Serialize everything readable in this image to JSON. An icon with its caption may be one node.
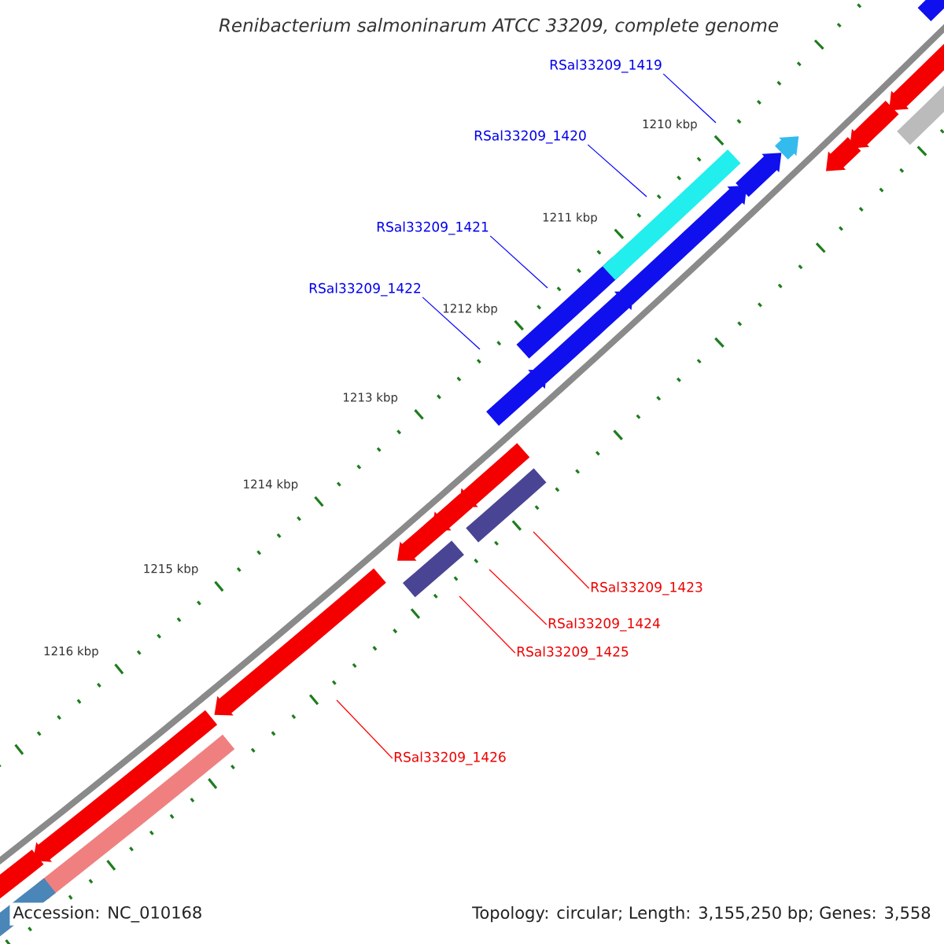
{
  "diagram": {
    "title": "Renibacterium salmoninarum ATCC 33209, complete genome",
    "nodes": [
      {
        "text": [
          "RSal33209_1419"
        ]
      },
      {
        "text": [
          "RSal33209_1420"
        ]
      },
      {
        "text": [
          "RSal33209_1421"
        ]
      },
      {
        "text": [
          "RSal33209_1422"
        ]
      },
      {
        "text": [
          "RSal33209_1423"
        ]
      },
      {
        "text": [
          "RSal33209_1424"
        ]
      },
      {
        "text": [
          "RSal33209_1425"
        ]
      },
      {
        "text": [
          "RSal33209_1426"
        ]
      }
    ],
    "edges": [
      {
        "from": 0,
        "to": null,
        "arrow": "none",
        "color": "#0000ff"
      },
      {
        "from": 1,
        "to": null,
        "arrow": "none",
        "color": "#0000ff"
      },
      {
        "from": 2,
        "to": null,
        "arrow": "none",
        "color": "#0000ff"
      },
      {
        "from": 3,
        "to": null,
        "arrow": "none",
        "color": "#0000ff"
      },
      {
        "from": 4,
        "to": null,
        "arrow": "none",
        "color": "#ff0000"
      },
      {
        "from": 5,
        "to": null,
        "arrow": "none",
        "color": "#ff0000"
      },
      {
        "from": 6,
        "to": null,
        "arrow": "none",
        "color": "#ff0000"
      },
      {
        "from": 7,
        "to": null,
        "arrow": "none",
        "color": "#ff0000"
      }
    ],
    "labels": [
      "1210 kbp",
      "1211 kbp",
      "1212 kbp",
      "1213 kbp",
      "1214 kbp",
      "1215 kbp",
      "1216 kbp",
      "Accession: NC_010168",
      "Topology: circular; Length: 3,155,250 bp; Genes: 3,558"
    ]
  }
}
